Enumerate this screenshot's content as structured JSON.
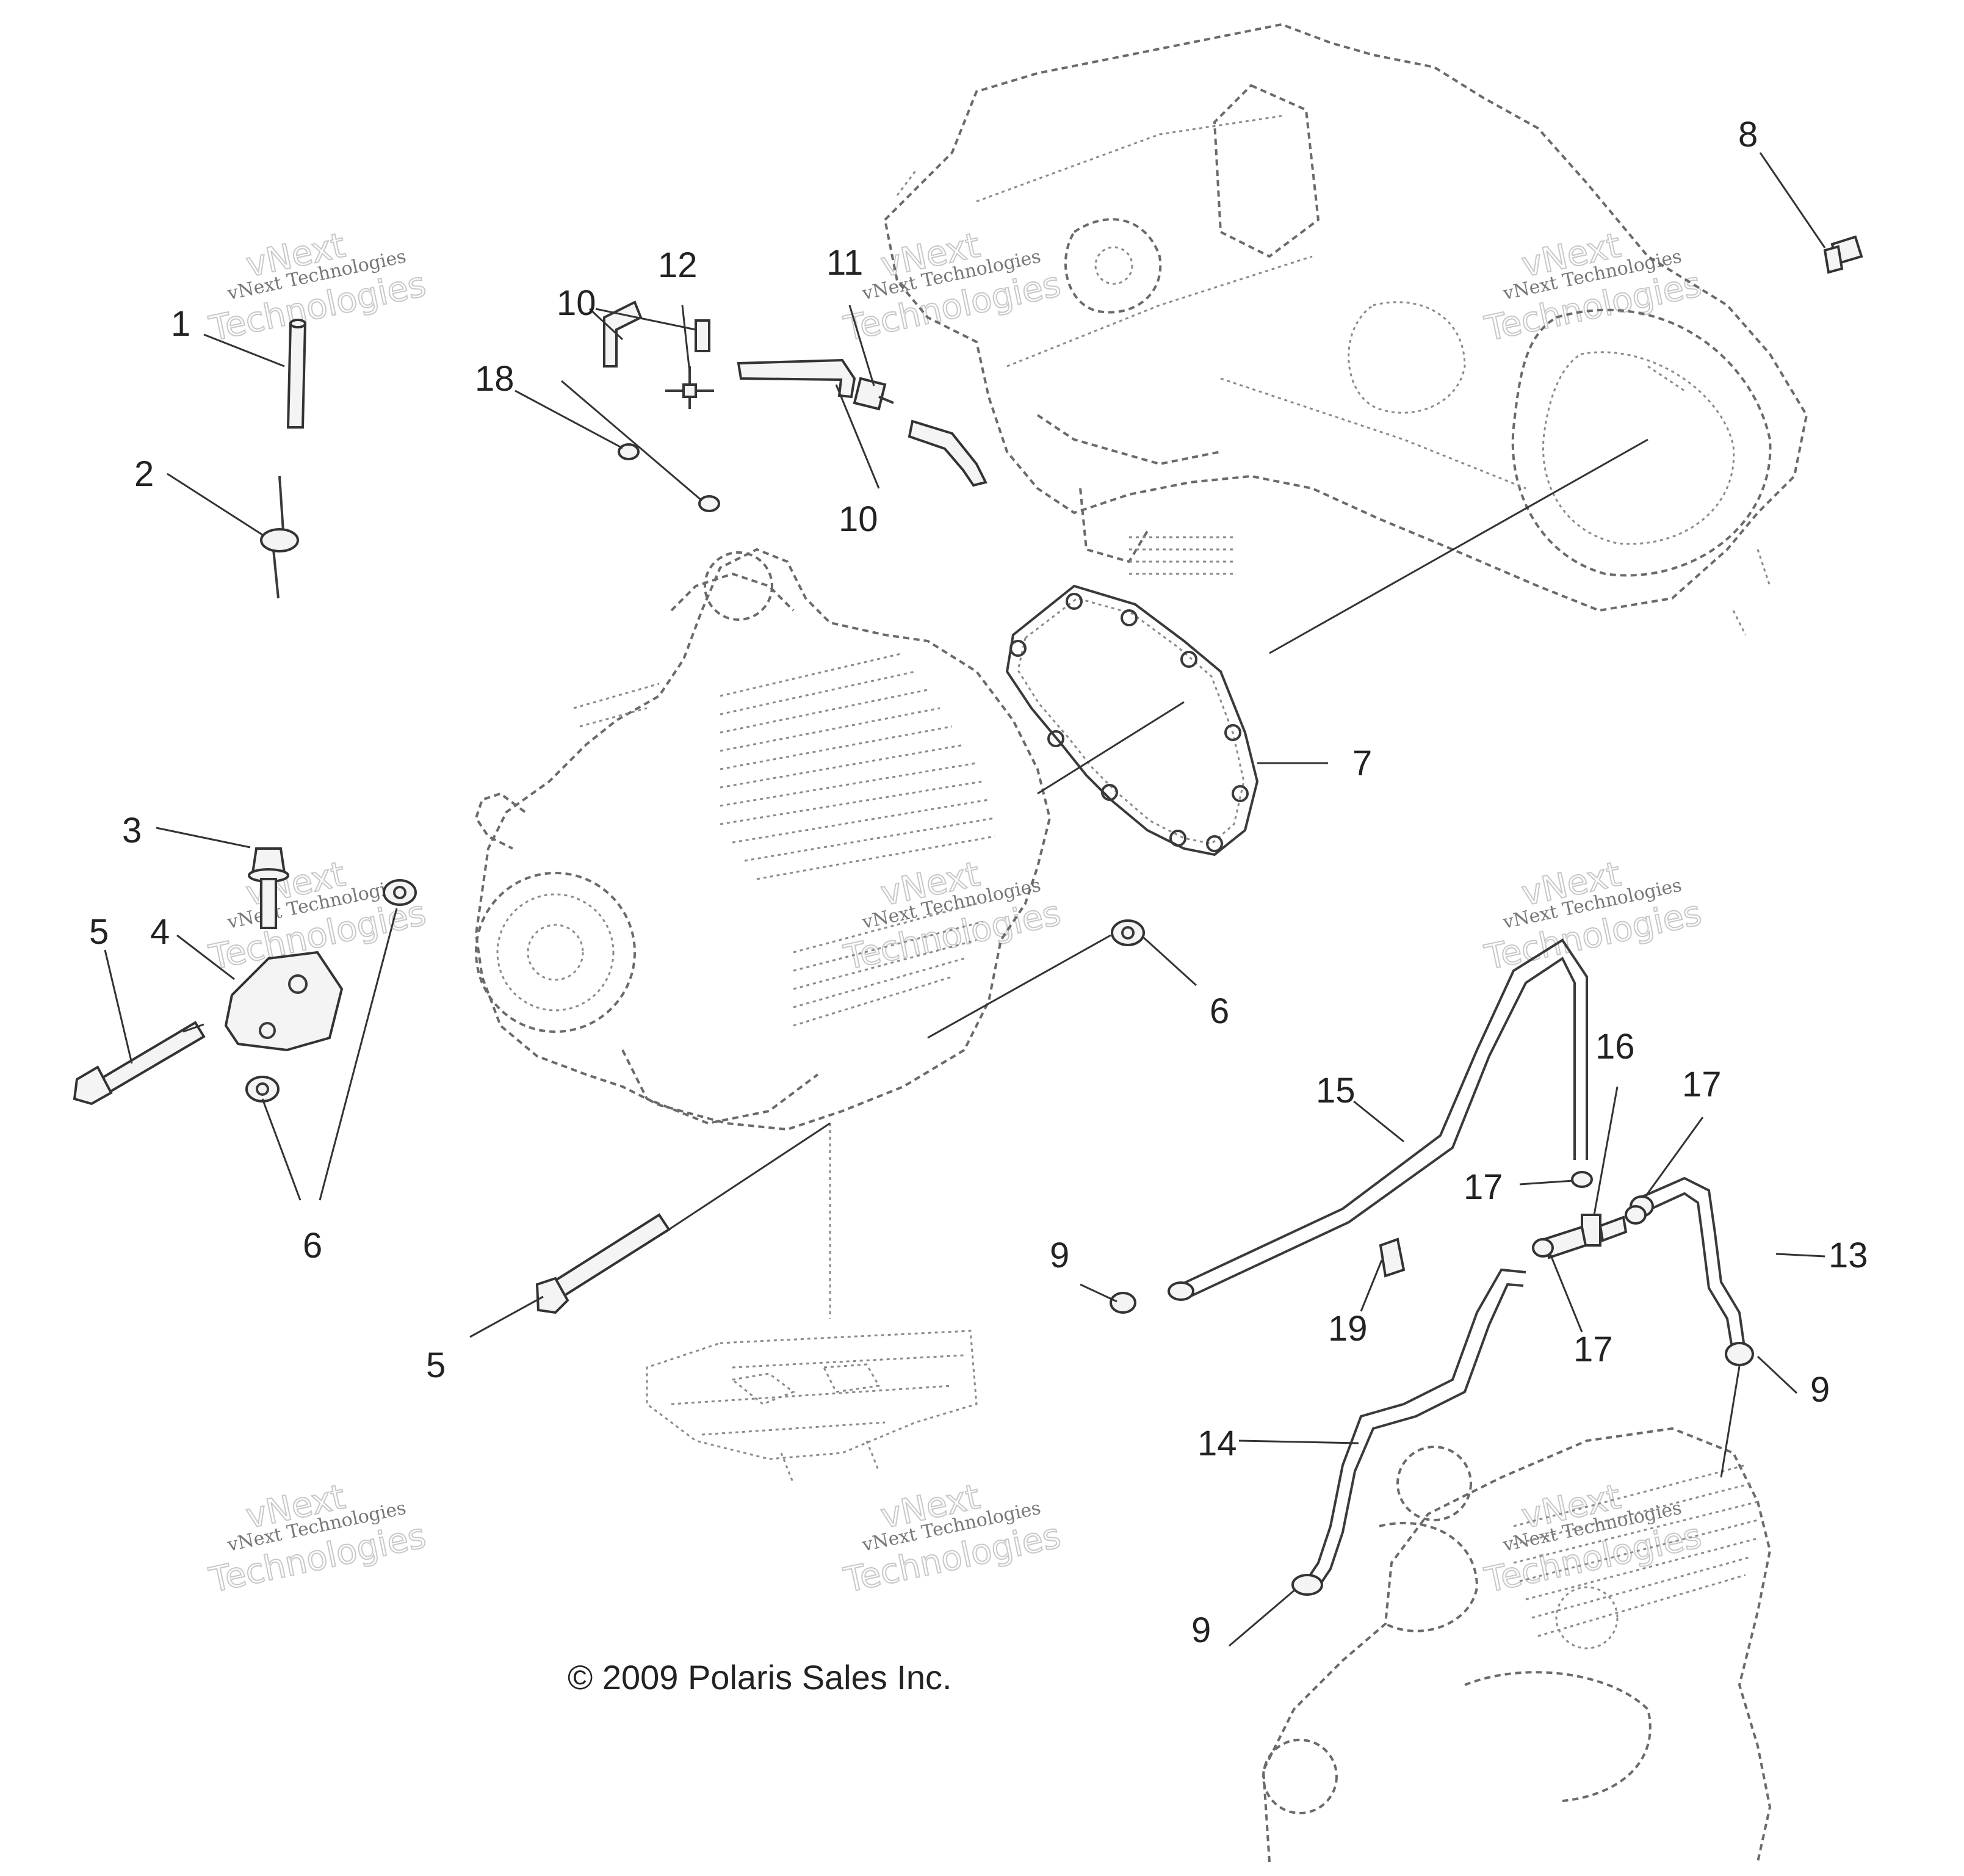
{
  "copyright": "© 2009 Polaris Sales Inc.",
  "watermark": {
    "company": "vNext Technologies",
    "line1": "vNext",
    "line2": "Technologies"
  },
  "callouts": [
    {
      "id": "1",
      "part": "pin"
    },
    {
      "id": "2",
      "part": "breather-fitting"
    },
    {
      "id": "3",
      "part": "flange-bolt"
    },
    {
      "id": "4",
      "part": "engine-mount-bracket"
    },
    {
      "id": "5",
      "part": "through-bolt"
    },
    {
      "id": "6",
      "part": "flange-nut"
    },
    {
      "id": "7",
      "part": "gasket"
    },
    {
      "id": "8",
      "part": "plug"
    },
    {
      "id": "9",
      "part": "hose-clamp"
    },
    {
      "id": "10",
      "part": "hose"
    },
    {
      "id": "11",
      "part": "check-valve"
    },
    {
      "id": "12",
      "part": "tee-fitting"
    },
    {
      "id": "13",
      "part": "breather-hose"
    },
    {
      "id": "14",
      "part": "breather-hose"
    },
    {
      "id": "15",
      "part": "breather-hose"
    },
    {
      "id": "16",
      "part": "tee-fitting"
    },
    {
      "id": "17",
      "part": "clamp"
    },
    {
      "id": "18",
      "part": "cap"
    },
    {
      "id": "19",
      "part": "hose-clip"
    }
  ],
  "colors": {
    "line": "#333333",
    "background": "#ffffff"
  }
}
